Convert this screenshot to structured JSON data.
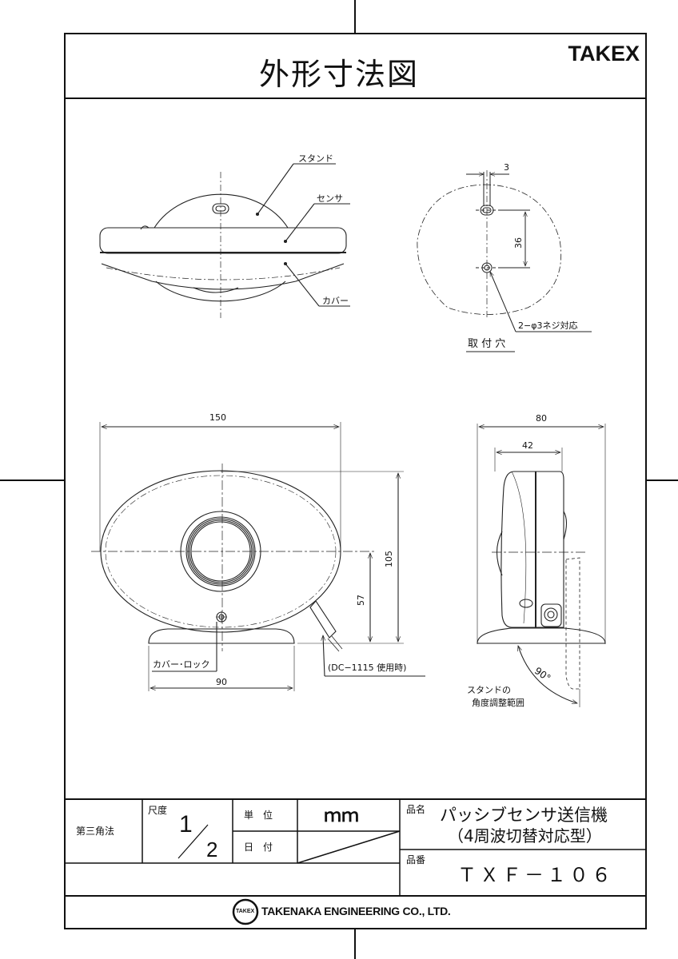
{
  "header": {
    "title": "外形寸法図",
    "brand": "TAKEX"
  },
  "top_view": {
    "labels": {
      "stand": "スタンド",
      "sensor": "センサ",
      "cover": "カバー"
    }
  },
  "mounting_view": {
    "dim_slot_width": "3",
    "dim_hole_pitch": "36",
    "screw_note": "2−φ3ネジ対応",
    "caption": "取 付 穴"
  },
  "front_view": {
    "dim_width": "150",
    "dim_height": "105",
    "dim_center_height": "57",
    "dim_stand_width": "90",
    "cover_lock_label": "カバー･ロック",
    "connector_note": "(DC−1115 使用時)"
  },
  "side_view": {
    "dim_depth": "80",
    "dim_body_depth": "42",
    "angle": "90°",
    "angle_note_line1": "スタンドの",
    "angle_note_line2": "角度調整範囲"
  },
  "title_block": {
    "projection": "第三角法",
    "scale_label": "尺度",
    "scale_num": "1",
    "scale_den": "2",
    "unit_label": "単　位",
    "unit_value": "ｍｍ",
    "date_label": "日　付",
    "product_name_label": "品名",
    "product_name_line1": "パッシブセンサ送信機",
    "product_name_line2": "（4周波切替対応型）",
    "part_no_label": "品番",
    "part_no": "ＴＸＦ－１０６",
    "company_logo": "TAKEX",
    "company": "TAKENAKA ENGINEERING CO., LTD."
  }
}
